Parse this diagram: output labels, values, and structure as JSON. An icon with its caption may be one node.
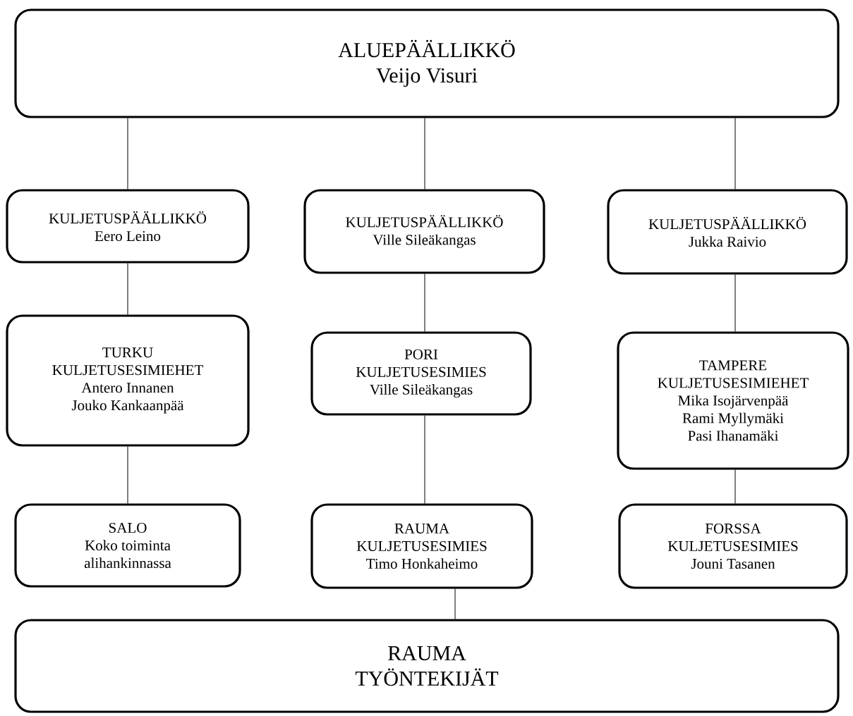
{
  "diagram": {
    "nodes": [
      {
        "text": [
          "ALUEPÄÄLLIKKÖ",
          "Veijo Visuri"
        ]
      },
      {
        "text": [
          "KULJETUSPÄÄLLIKKÖ",
          "Eero Leino"
        ]
      },
      {
        "text": [
          "KULJETUSPÄÄLLIKKÖ",
          "Ville Sileäkangas"
        ]
      },
      {
        "text": [
          "KULJETUSPÄÄLLIKKÖ",
          "Jukka Raivio"
        ]
      },
      {
        "text": [
          "TURKU",
          "KULJETUSESIMIEHET",
          "Antero Innanen",
          "Jouko Kankaanpää"
        ]
      },
      {
        "text": [
          "PORI",
          "KULJETUSESIMIES",
          "Ville Sileäkangas"
        ]
      },
      {
        "text": [
          "TAMPERE",
          "KULJETUSESIMIEHET",
          "Mika Isojärvenpää",
          "Rami Myllymäki",
          "Pasi Ihanamäki"
        ]
      },
      {
        "text": [
          "SALO",
          "Koko toiminta",
          "alihankinnassa"
        ]
      },
      {
        "text": [
          "RAUMA",
          "KULJETUSESIMIES",
          "Timo Honkaheimo"
        ]
      },
      {
        "text": [
          "FORSSA",
          "KULJETUSESIMIES",
          "Jouni Tasanen"
        ]
      },
      {
        "text": [
          "RAUMA",
          "TYÖNTEKIJÄT"
        ]
      }
    ],
    "edges": [
      {
        "from": 0,
        "to": 1,
        "arrow": "none"
      },
      {
        "from": 0,
        "to": 2,
        "arrow": "none"
      },
      {
        "from": 0,
        "to": 3,
        "arrow": "none"
      },
      {
        "from": 1,
        "to": 4,
        "arrow": "none"
      },
      {
        "from": 2,
        "to": 5,
        "arrow": "none"
      },
      {
        "from": 3,
        "to": 6,
        "arrow": "none"
      },
      {
        "from": 4,
        "to": 7,
        "arrow": "none"
      },
      {
        "from": 5,
        "to": 8,
        "arrow": "none"
      },
      {
        "from": 6,
        "to": 9,
        "arrow": "none"
      },
      {
        "from": 8,
        "to": 10,
        "arrow": "none"
      }
    ]
  }
}
